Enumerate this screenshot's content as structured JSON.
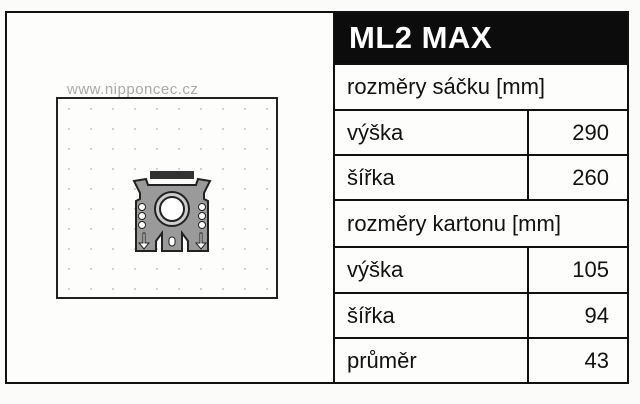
{
  "watermark": "www.nipponcec.cz",
  "title": "ML2 MAX",
  "bag_section": {
    "heading": "rozměry sáčku [mm]",
    "rows": [
      {
        "label": "výška",
        "value": "290"
      },
      {
        "label": "šířka",
        "value": "260"
      }
    ]
  },
  "carton_section": {
    "heading": "rozměry kartonu [mm]",
    "rows": [
      {
        "label": "výška",
        "value": "105"
      },
      {
        "label": "šířka",
        "value": "94"
      },
      {
        "label": "průměr",
        "value": "43"
      }
    ]
  }
}
